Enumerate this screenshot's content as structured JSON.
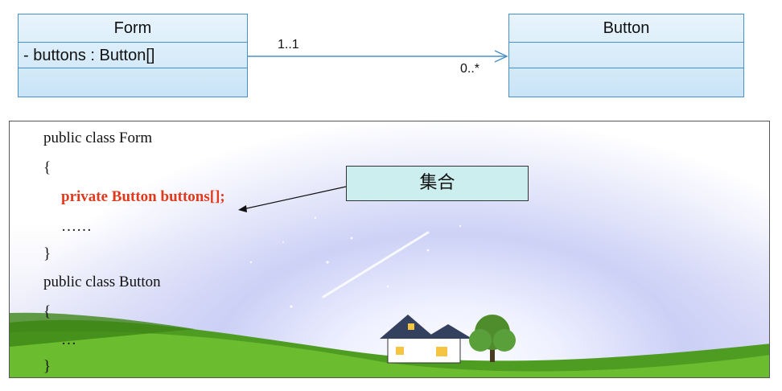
{
  "classes": {
    "form": {
      "name": "Form",
      "attribute": "- buttons : Button[]"
    },
    "button": {
      "name": "Button"
    }
  },
  "association": {
    "source_multiplicity": "1..1",
    "target_multiplicity": "0..*"
  },
  "code": {
    "lines": [
      "public class Form",
      "{",
      "private Button buttons[];",
      "……",
      "}",
      "public class Button",
      "{",
      "…",
      "}"
    ]
  },
  "callout": {
    "label": "集合"
  },
  "colors": {
    "class_border": "#4a90c8",
    "class_fill": "#c9e4f7",
    "highlight_code": "#e2381b",
    "callout_fill": "#cdeeee",
    "grass": "#5aa628"
  }
}
